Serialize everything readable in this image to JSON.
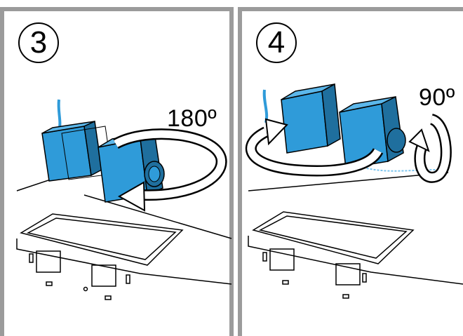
{
  "steps": [
    {
      "number": "3",
      "rotation_label": "180º"
    },
    {
      "number": "4",
      "rotation_label": "90º"
    }
  ],
  "colors": {
    "frame": "#9b9b9b",
    "fan_blue": "#2f9bd9",
    "fan_dark": "#1f6f9e",
    "arrow": "#ffffff",
    "outline": "#000000"
  },
  "icons": [
    "rotation-arrow-icon",
    "fan-unit-icon"
  ]
}
